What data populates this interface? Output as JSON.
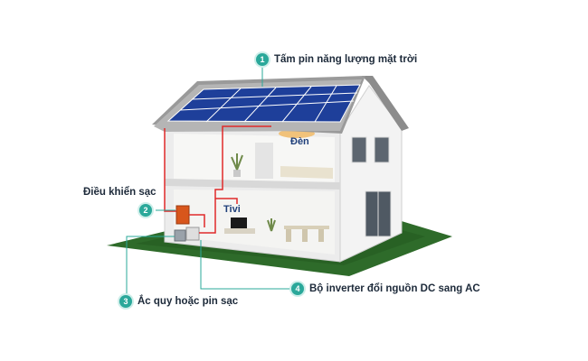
{
  "callouts": [
    {
      "number": "1",
      "label": "Tấm pin năng lượng mặt trời"
    },
    {
      "number": "2",
      "label": "Điều khiển sạc"
    },
    {
      "number": "3",
      "label": "Ắc quy hoặc pin sạc"
    },
    {
      "number": "4",
      "label": "Bộ inverter đổi nguồn DC sang AC"
    }
  ],
  "rooms": {
    "light": "Đèn",
    "tv": "Tivi"
  },
  "colors": {
    "accent": "#2aa89a",
    "wire": "#e02a2a",
    "leader": "#2aa89a",
    "grass": "#2e6b2a",
    "panel": "#1e3f9a"
  }
}
